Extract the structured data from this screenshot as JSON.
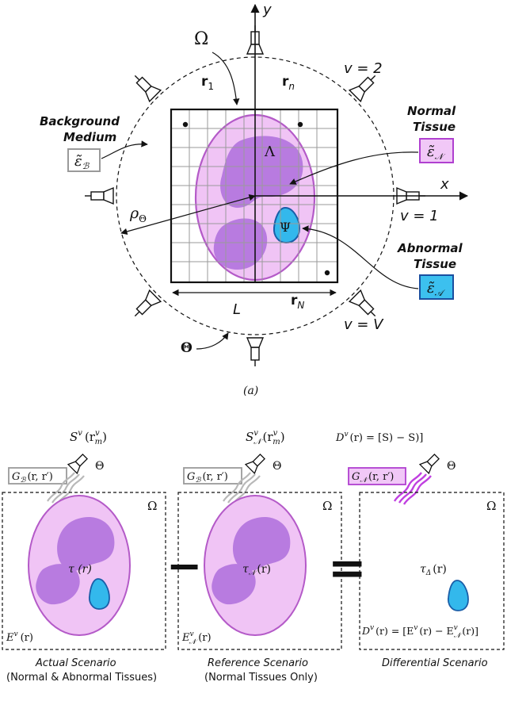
{
  "panel_a": {
    "axis_y": "y",
    "axis_x": "x",
    "omega": "Ω",
    "r1": "r",
    "r1_sub": "1",
    "rn": "r",
    "rn_sub": "n",
    "rN": "r",
    "rN_sub": "N",
    "lambda": "Λ",
    "psi": "Ψ",
    "rho": "ρ",
    "rho_sub": "Θ",
    "L": "L",
    "theta": "Θ",
    "v2": "v = 2",
    "v1": "v = 1",
    "vV": "v = V",
    "background_line1": "Background",
    "background_line2": "Medium",
    "normal_line1": "Normal",
    "normal_line2": "Tissue",
    "abnormal_line1": "Abnormal",
    "abnormal_line2": "Tissue",
    "eps_B": "ε̃",
    "eps_B_sub": "ℬ",
    "eps_N": "ε̃",
    "eps_N_sub": "𝒩",
    "eps_A": "ε̃",
    "eps_A_sub": "𝒜",
    "caption": "(a)"
  },
  "panel_b": {
    "actual": {
      "S_label": "S",
      "S_sup": "v",
      "S_arg": "(r",
      "S_arg_sup": "v",
      "S_arg_sub": "m",
      "S_close": ")",
      "G_label": "G",
      "G_sub": "ℬ",
      "G_arg": "(r, r′)",
      "theta": "Θ",
      "omega": "Ω",
      "tau": "τ (r)",
      "E_label": "E",
      "E_sup": "v",
      "E_arg": "(r)",
      "caption_line1": "Actual Scenario",
      "caption_line2": "(Normal & Abnormal Tissues)"
    },
    "reference": {
      "S_label": "S",
      "S_sup": "v",
      "S_sub": "𝒩",
      "S_arg": "(r",
      "S_arg_sup": "v",
      "S_arg_sub": "m",
      "S_close": ")",
      "G_label": "G",
      "G_sub": "ℬ",
      "G_arg": "(r, r′)",
      "theta": "Θ",
      "omega": "Ω",
      "tau": "τ",
      "tau_sub": "𝒩",
      "tau_arg": "(r)",
      "E_label": "E",
      "E_sup": "v",
      "E_sub": "𝒩",
      "E_arg": "(r)",
      "caption_line1": "Reference Scenario",
      "caption_line2": "(Normal Tissues Only)"
    },
    "differential": {
      "D_top": "D",
      "D_top_sup": "v",
      "D_top_rest": "(r",
      "D_top_rest2": ") = [S",
      "D_top_rest3": ") − S",
      "D_top_rest4": ")]",
      "G_label": "G",
      "G_sub": "𝒩",
      "G_arg": "(r, r′)",
      "theta": "Θ",
      "omega": "Ω",
      "tau": "τ",
      "tau_sub": "Δ",
      "tau_arg": "(r)",
      "D_bottom": "D",
      "D_bottom_rest": "(r) = [E",
      "D_bottom_rest2": "(r) − E",
      "D_bottom_rest3": "(r)]",
      "caption_line1": "Differential Scenario"
    },
    "minus": "−",
    "equals": "="
  },
  "colors": {
    "ellipse_fill": "#f0c4f5",
    "ellipse_stroke": "#b45ac8",
    "blob_fill": "#b87be0",
    "psi_fill": "#33b8ec",
    "psi_stroke": "#1a5ea8",
    "box_B_stroke": "#9a9a9a",
    "box_N_fill": "#f1c8f7",
    "box_N_stroke": "#b040d0",
    "box_A_fill": "#3cc0ef",
    "box_A_stroke": "#1a4fa0",
    "wave_grey": "#b8b8b8",
    "wave_purple": "#c040e0"
  }
}
